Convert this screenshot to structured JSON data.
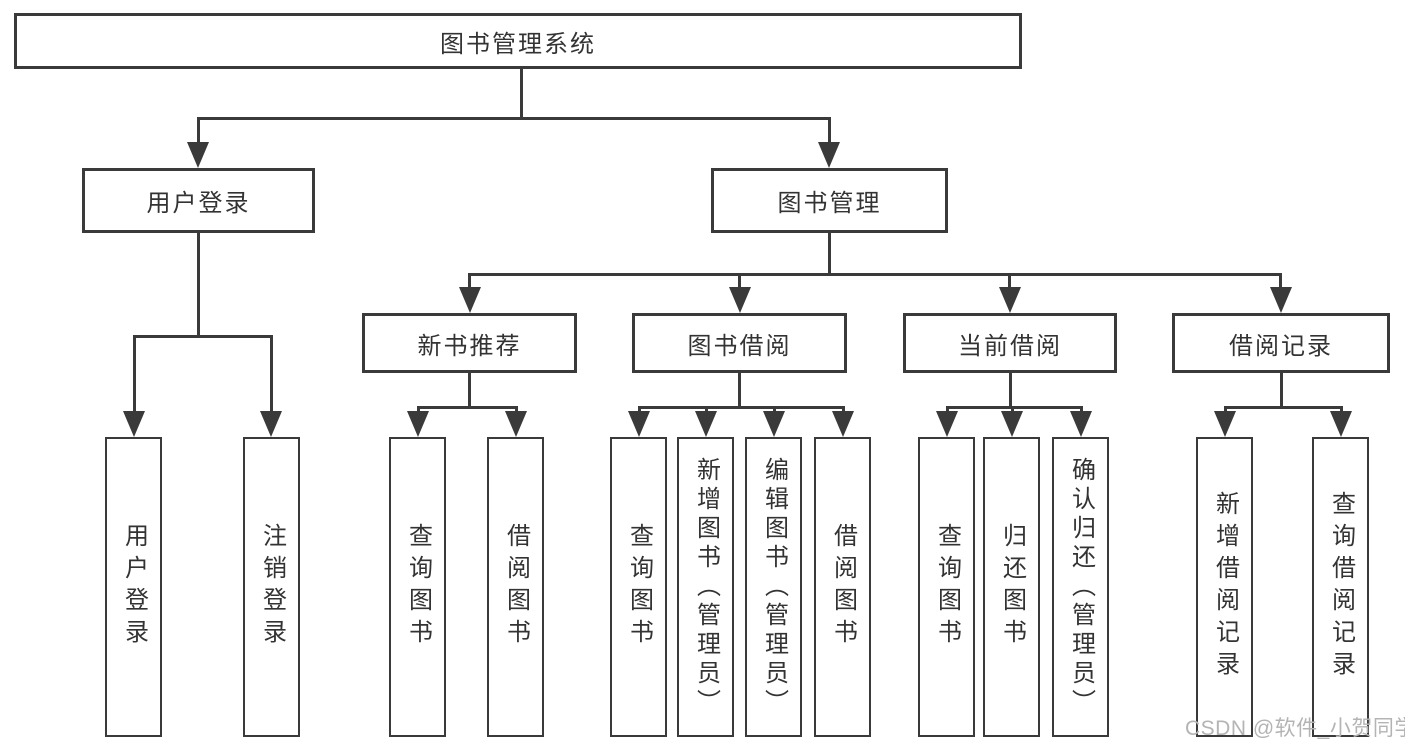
{
  "watermark": {
    "text": "CSDN @软件_小贺同学"
  },
  "colors": {
    "line": "#3a3a3a",
    "border": "#3a3a3a",
    "text": "#333333",
    "watermark": "#b4b4b4",
    "background": "#ffffff"
  },
  "tree": {
    "root": {
      "label": "图书管理系统"
    },
    "branches": [
      {
        "label": "用户登录",
        "leaves": [
          {
            "label": "用户登录"
          },
          {
            "label": "注销登录"
          }
        ]
      },
      {
        "label": "图书管理",
        "groups": [
          {
            "label": "新书推荐",
            "leaves": [
              {
                "label": "查询图书"
              },
              {
                "label": "借阅图书"
              }
            ]
          },
          {
            "label": "图书借阅",
            "leaves": [
              {
                "label": "查询图书"
              },
              {
                "label": "新增图书（管理员）"
              },
              {
                "label": "编辑图书（管理员）"
              },
              {
                "label": "借阅图书"
              }
            ]
          },
          {
            "label": "当前借阅",
            "leaves": [
              {
                "label": "查询图书"
              },
              {
                "label": "归还图书"
              },
              {
                "label": "确认归还（管理员）"
              }
            ]
          },
          {
            "label": "借阅记录",
            "leaves": [
              {
                "label": "新增借阅记录"
              },
              {
                "label": "查询借阅记录"
              }
            ]
          }
        ]
      }
    ]
  }
}
